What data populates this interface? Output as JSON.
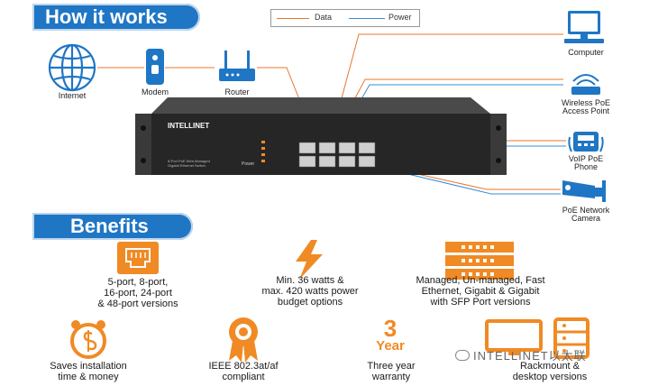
{
  "how_banner": "How it works",
  "benefits_banner": "Benefits",
  "legend": {
    "data": "Data",
    "power": "Power",
    "data_color": "#e8772e",
    "power_color": "#3a8fd0"
  },
  "nodes": {
    "internet": "Internet",
    "modem": "Modem",
    "router": "Router",
    "computer": "Computer",
    "wireless_1": "Wireless PoE",
    "wireless_2": "Access Point",
    "voip_1": "VoIP PoE",
    "voip_2": "Phone",
    "camera_1": "PoE Network",
    "camera_2": "Camera"
  },
  "switch": {
    "brand": "INTELLINET",
    "model_1": "8-Port PoE Web-Managed",
    "model_2": "Gigabit Ethernet Switch",
    "power_label": "Power"
  },
  "benefits": {
    "ports": [
      "5-port, 8-port,",
      "16-port, 24-port",
      "& 48-port versions"
    ],
    "power": [
      "Min. 36 watts &",
      "max. 420 watts power",
      "budget options"
    ],
    "managed": [
      "Managed, Un-managed, Fast",
      "Ethernet, Gigabit & Gigabit",
      "with SFP Port versions"
    ],
    "savings": [
      "Saves installation",
      "time & money"
    ],
    "ieee": [
      "IEEE 802.3at/af",
      "compliant"
    ],
    "warranty_num": "3",
    "warranty_word": "Year",
    "warranty": [
      "Three year",
      "warranty"
    ],
    "rack": [
      "Rackmount &",
      "desktop versions"
    ]
  },
  "watermark": "INTELLINET以太联",
  "colors": {
    "banner": "#1f76c4",
    "orange": "#f08a24",
    "dark": "#2b2b2b"
  }
}
